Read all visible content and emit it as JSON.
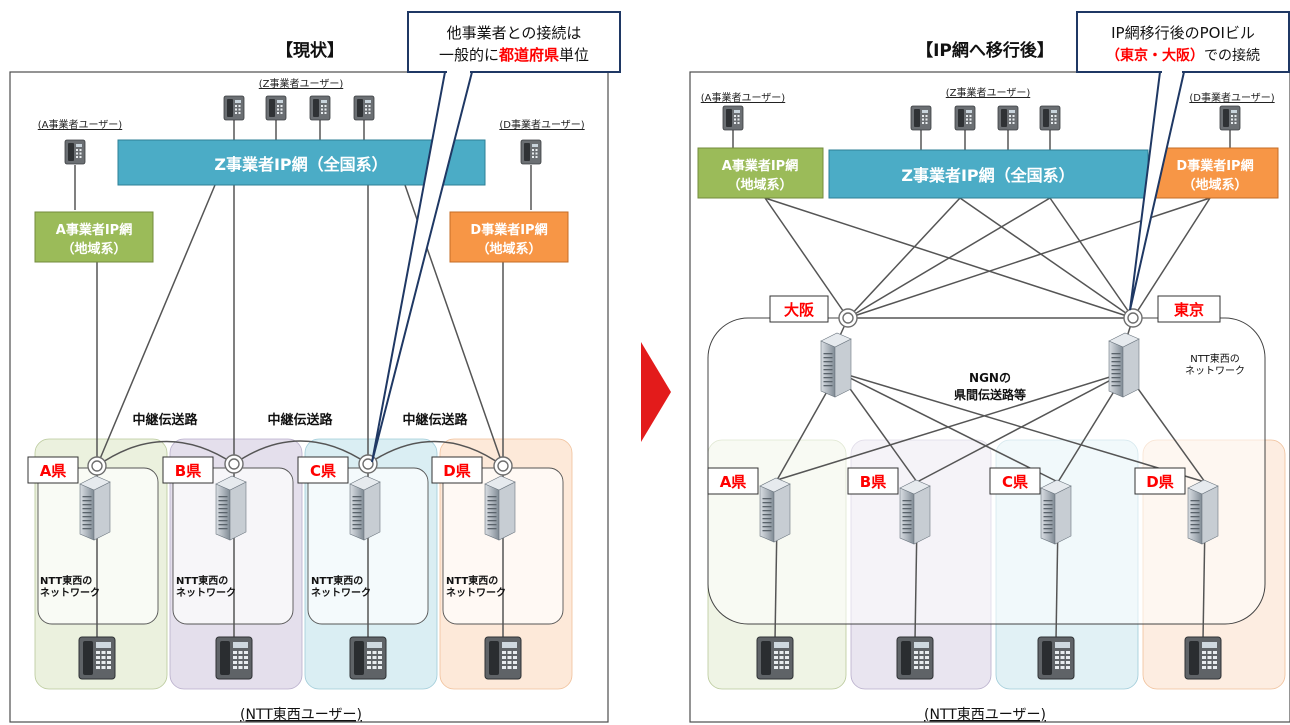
{
  "left": {
    "title": "【現状】",
    "callout": {
      "line1": "他事業者との接続は",
      "line2_pre": "一般的に",
      "line2_highlight": "都道府県",
      "line2_post": "単位"
    },
    "z_users_label": "(Z事業者ユーザー)",
    "a_users_label": "(A事業者ユーザー)",
    "d_users_label": "(D事業者ユーザー)",
    "z_network": "Z事業者IP網（全国系）",
    "a_network": {
      "line1": "A事業者IP網",
      "line2": "（地域系）"
    },
    "d_network": {
      "line1": "D事業者IP網",
      "line2": "（地域系）"
    },
    "relay_labels": [
      "中継伝送路",
      "中継伝送路",
      "中継伝送路"
    ],
    "prefectures": [
      "A県",
      "B県",
      "C県",
      "D県"
    ],
    "ntt_network_label": {
      "line1": "NTT東西の",
      "line2": "ネットワーク"
    },
    "ntt_users_label": "(NTT東西ユーザー)"
  },
  "right": {
    "title": "【IP網へ移行後】",
    "callout": {
      "line1": "IP網移行後のPOIビル",
      "line2_highlight": "（東京・大阪）",
      "line2_post": "での接続"
    },
    "z_users_label": "(Z事業者ユーザー)",
    "a_users_label": "(A事業者ユーザー)",
    "d_users_label": "(D事業者ユーザー)",
    "z_network": "Z事業者IP網（全国系）",
    "a_network": {
      "line1": "A事業者IP網",
      "line2": "（地域系）"
    },
    "d_network": {
      "line1": "D事業者IP網",
      "line2": "（地域系）"
    },
    "poi_osaka": "大阪",
    "poi_tokyo": "東京",
    "ngn_label": {
      "line1": "NGNの",
      "line2": "県間伝送路等"
    },
    "ntt_network_label": {
      "line1": "NTT東西の",
      "line2": "ネットワーク"
    },
    "prefectures": [
      "A県",
      "B県",
      "C県",
      "D県"
    ],
    "ntt_users_label": "(NTT東西ユーザー)"
  },
  "colors": {
    "z_network": "#4bacc6",
    "a_network": "#9bbb59",
    "d_network": "#f79646",
    "arrow": "#e31b1b",
    "callout_border": "#1f3864",
    "highlight_text": "#ff0000",
    "pref_a_bg": "#ebf1de",
    "pref_b_bg": "#e4dfec",
    "pref_c_bg": "#daeef3",
    "pref_d_bg": "#fde9d9"
  }
}
